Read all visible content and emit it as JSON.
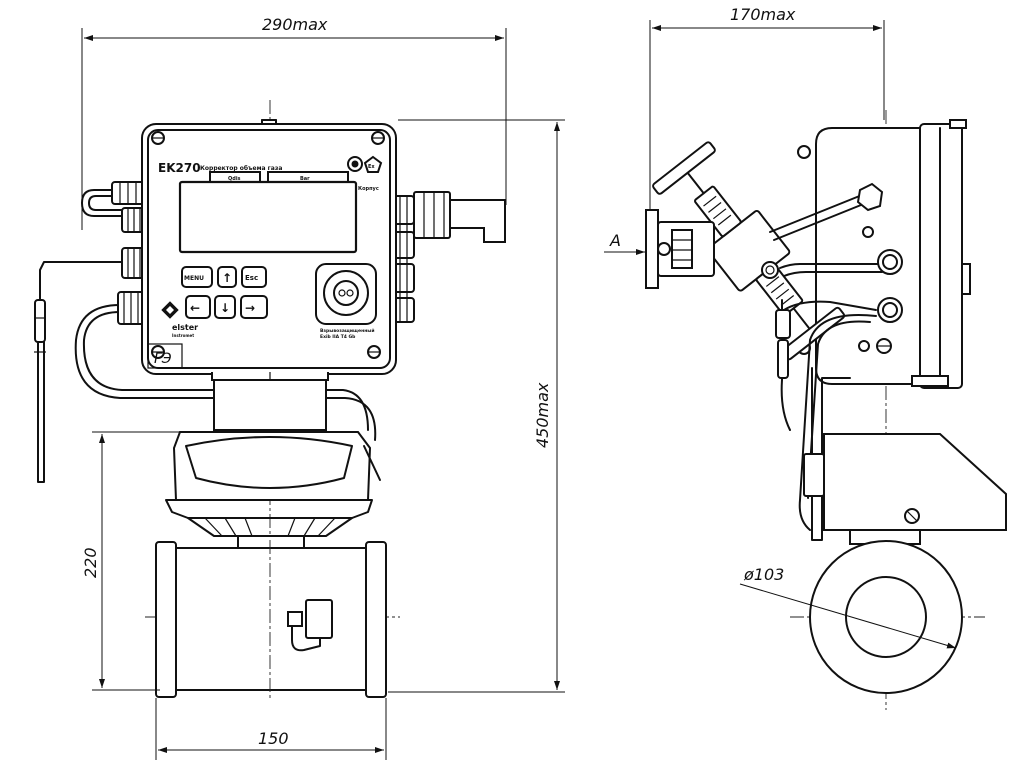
{
  "dimensions": {
    "width_max": "290max",
    "depth_max": "170max",
    "height_max": "450max",
    "pipe_height": "220",
    "pipe_length": "150",
    "diameter": "ø103",
    "view_arrow": "A"
  },
  "front_panel": {
    "model": "EK270",
    "subtitle": "Корректор объема газа",
    "tab_left": "Qdis",
    "tab_right": "Bar",
    "side_label": "Корпус",
    "brand": "elster",
    "brand_sub": "Instromet",
    "bottom_note": "Взрывозащищенный",
    "bottom_note2": "Exib IIA T4 Gb",
    "mark_ex": "Ex",
    "plate_mark": "ГЭ"
  },
  "keys": {
    "menu": "MENU",
    "up": "↑",
    "esc": "Esc",
    "left": "←",
    "down": "↓",
    "right": "→"
  }
}
